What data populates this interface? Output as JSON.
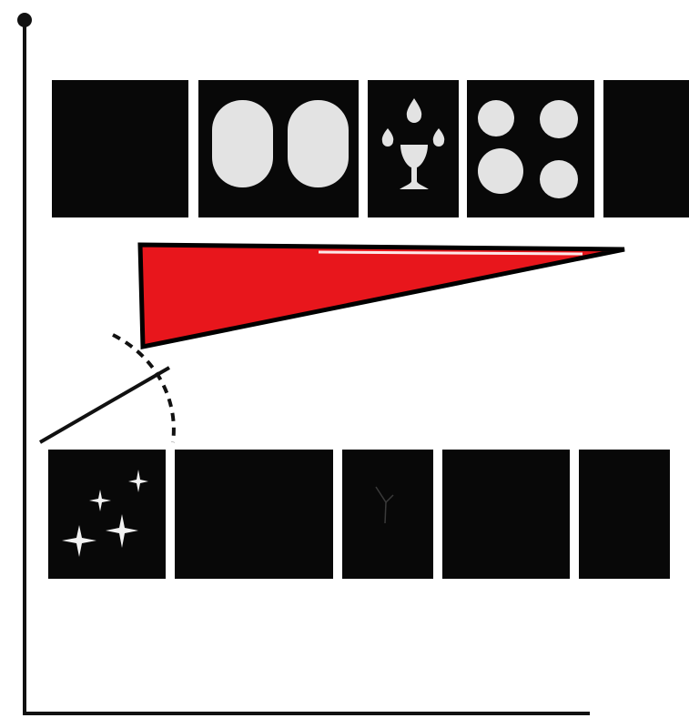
{
  "diagram": {
    "colors": {
      "background": "#ffffff",
      "axis": "#111111",
      "panel": "#080808",
      "symbol_fill": "#e3e3e3",
      "wedge_fill": "#e8161c",
      "wedge_stroke": "#000000",
      "sparkle": "#f2f2f2"
    },
    "axes": {
      "vertical_axis_icon": "axis-line",
      "origin_dot_icon": "dot-icon",
      "horizontal_axis_icon": "axis-line"
    },
    "top_row": [
      {
        "name": "top-panel-empty-1",
        "icon": "empty-panel"
      },
      {
        "name": "top-panel-two-ovals",
        "icon": "two-ovals-icon"
      },
      {
        "name": "top-panel-goblet",
        "icon": "goblet-with-drops-icon"
      },
      {
        "name": "top-panel-four-circles",
        "icon": "four-circles-icon"
      },
      {
        "name": "top-panel-empty-2",
        "icon": "empty-panel"
      }
    ],
    "wedge": {
      "icon": "red-wedge-icon"
    },
    "lens": {
      "icon": "line-with-dashed-arc-icon"
    },
    "bottom_row": [
      {
        "name": "bottom-panel-sparkles",
        "icon": "four-sparkles-icon"
      },
      {
        "name": "bottom-panel-empty-1",
        "icon": "empty-panel"
      },
      {
        "name": "bottom-panel-faint-mark",
        "icon": "faint-mark-icon"
      },
      {
        "name": "bottom-panel-empty-2",
        "icon": "empty-panel"
      },
      {
        "name": "bottom-panel-empty-3",
        "icon": "empty-panel"
      }
    ]
  }
}
